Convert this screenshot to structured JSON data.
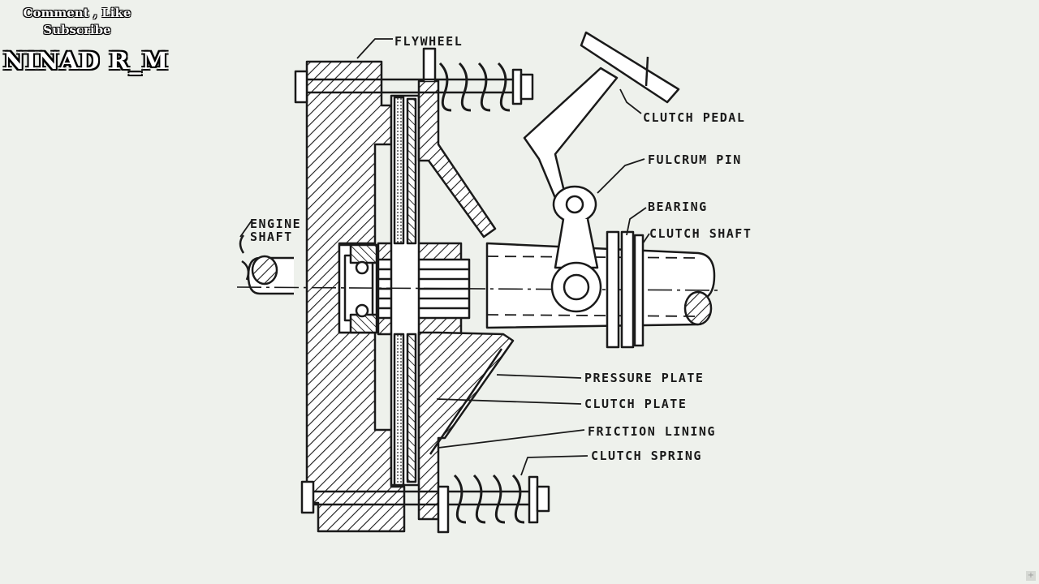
{
  "watermark": {
    "line1": "Comment , Like",
    "line2": "Subscribe",
    "channel": "NINAD R_M"
  },
  "labels": {
    "flywheel": "FLYWHEEL",
    "clutch_pedal": "CLUTCH PEDAL",
    "fulcrum_pin": "FULCRUM PIN",
    "bearing": "BEARING",
    "clutch_shaft": "CLUTCH SHAFT",
    "engine_line1": "ENGINE",
    "engine_line2": "SHAFT",
    "pressure_plate": "PRESSURE PLATE",
    "clutch_plate": "CLUTCH PLATE",
    "friction_lining": "FRICTION LINING",
    "clutch_spring": "CLUTCH SPRING"
  },
  "icons": {
    "expand": "plus-icon"
  }
}
